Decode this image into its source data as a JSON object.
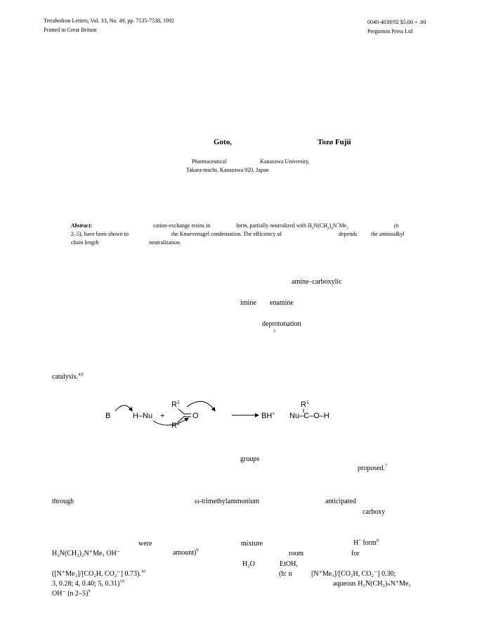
{
  "header": {
    "journal_line": "Tetrahedron Letters, Vol. 33, No. 49, pp. 7535-7538,  1992",
    "printed_line": "Printed in Great Britain",
    "code_line": "0040-4039/92  $5.00 + .00",
    "publisher_line": "Pergamon Press Ltd"
  },
  "authors": {
    "author1": "Goto,",
    "author2": "Tozo Fujii"
  },
  "affiliation": {
    "dept": "Pharmaceutical",
    "univ": "Kanazawa University,",
    "address": "Takara-machi, Kanazawa 920, Japan"
  },
  "abstract": {
    "label": "Abstract:",
    "l1a": "cation-exchange resins in",
    "l1b": "form, partially neutralized with H",
    "l1c": "N(CH",
    "l1d": ")",
    "l1e": "n",
    "l1f": "N",
    "l1g": "+",
    "l1h": "Me",
    "l1i": "3",
    "l1j": "(n",
    "l2a": "2–5), have been shown to",
    "l2b": "the Knoevenagel condensation.  The efficiency of",
    "l2c": "depends",
    "l2d": "the aminoalkyl",
    "l3a": "chain length",
    "l3b": "neutralization."
  },
  "body": {
    "w_amine": "amine–carboxylic",
    "w_imine": "imine",
    "w_enamine": "enamine",
    "w_deprot": "deprotonation",
    "w_deprot_ref": "3",
    "w_catalysis": "catalysis.",
    "w_catalysis_ref": "4,6",
    "w_groups": "groups",
    "w_proposed": "proposed.",
    "w_proposed_ref": "7",
    "w_through": "through",
    "w_omega": "ω-trimethylammonium",
    "w_anticipated": "anticipated",
    "w_carboxy": "carboxy",
    "w_were": "were",
    "w_mixture": "mixture",
    "w_hform": "H",
    "w_hform_plus": "+",
    "w_hform_word": "form",
    "w_hform_ref": "8",
    "r1_formula": "H₂N(CH₂)₂N⁺Me₃ OH⁻",
    "r1_amount": "amount)",
    "r1_amount_ref": "9",
    "r1_room": "room",
    "r1_for": "for",
    "r2_h2o": "H₂O",
    "r2_etoh": "EtOH,",
    "r3_a": "([N⁺Me₃]/[CO₂H, CO₂⁻]    0.73).",
    "r3_a_ref": "10",
    "r3_b": "(b: n",
    "r3_c": "[N⁺Me₃]/[CO₂H, CO₂⁻]    0.30;",
    "r4_a": "3, 0.28;     4, 0.40;     5, 0.31)",
    "r4_a_ref": "10",
    "r4_b": "aqueous H₂N(CH₂)ₙN⁺Me₃",
    "r5_a": "OH⁻ (n    2–5)",
    "r5_a_ref": "9"
  },
  "scheme": {
    "B": "B",
    "HNu": "H–Nu",
    "plus": "+",
    "R1": "R",
    "R1_sup": "1",
    "R2": "R",
    "R2_sup": "2",
    "O": "O",
    "BH": "BH",
    "BH_sup": "+",
    "prod_R": "R",
    "prod_R_sup": "1",
    "prod_chain": "Nu–C–O–H"
  }
}
